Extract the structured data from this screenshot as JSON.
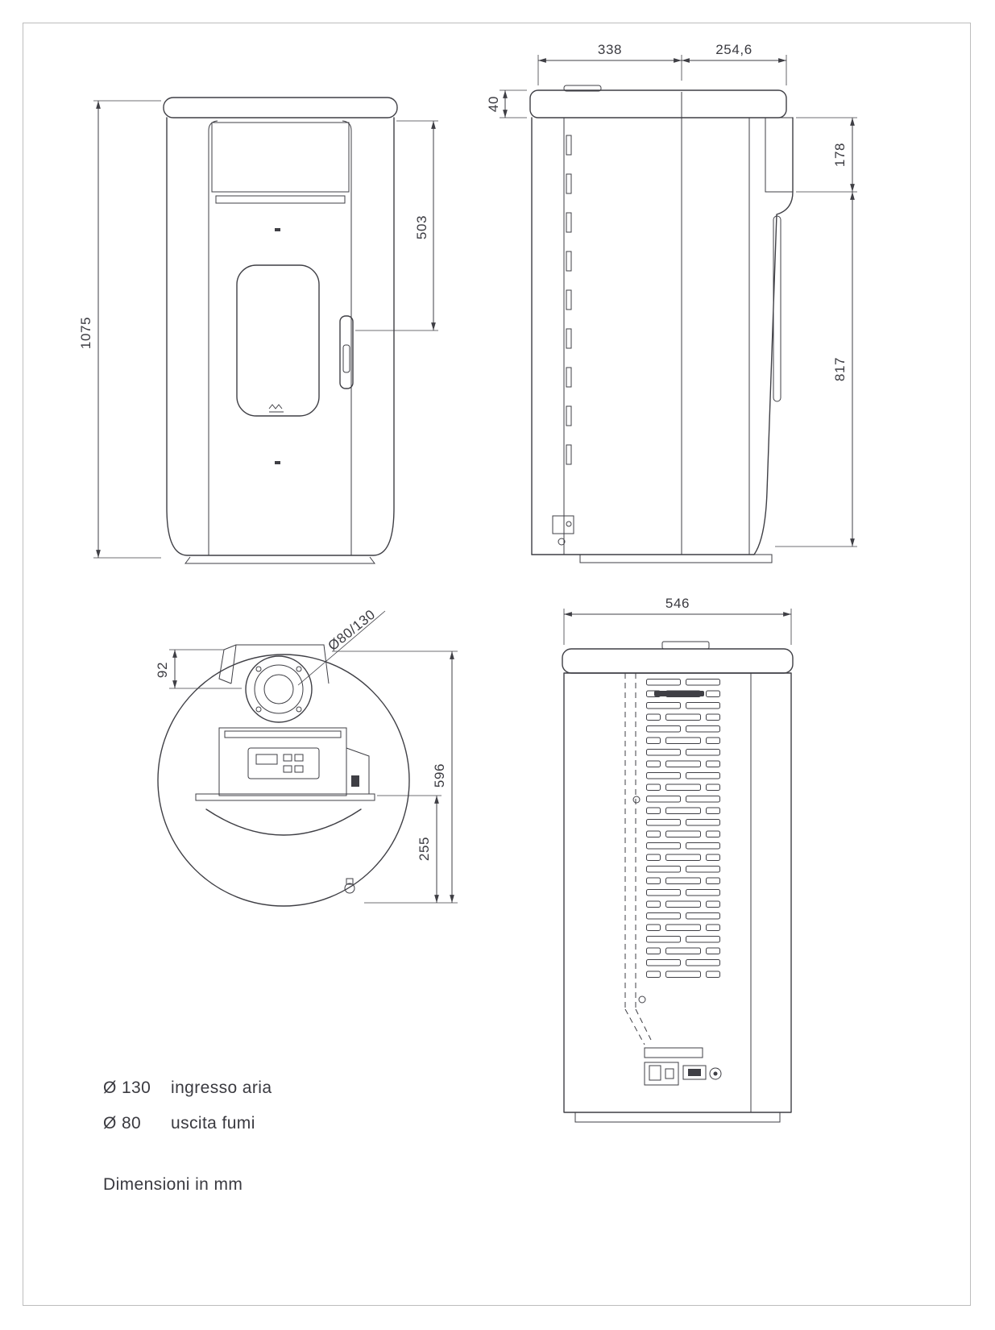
{
  "dims": {
    "front": {
      "total_height": "1075",
      "upper_height": "503"
    },
    "side": {
      "top_back": "338",
      "top_front": "254,6",
      "cap_height": "40",
      "grille_height": "178",
      "body_height": "817"
    },
    "top": {
      "flue": "Ø80/130",
      "flue_offset": "92",
      "depth": "596",
      "front_depth": "255"
    },
    "rear": {
      "width": "546"
    }
  },
  "legend": {
    "items": [
      {
        "symbol": "Ø 130",
        "label": "ingresso aria"
      },
      {
        "symbol": "Ø 80",
        "label": "uscita fumi"
      }
    ],
    "note": "Dimensioni in mm"
  }
}
